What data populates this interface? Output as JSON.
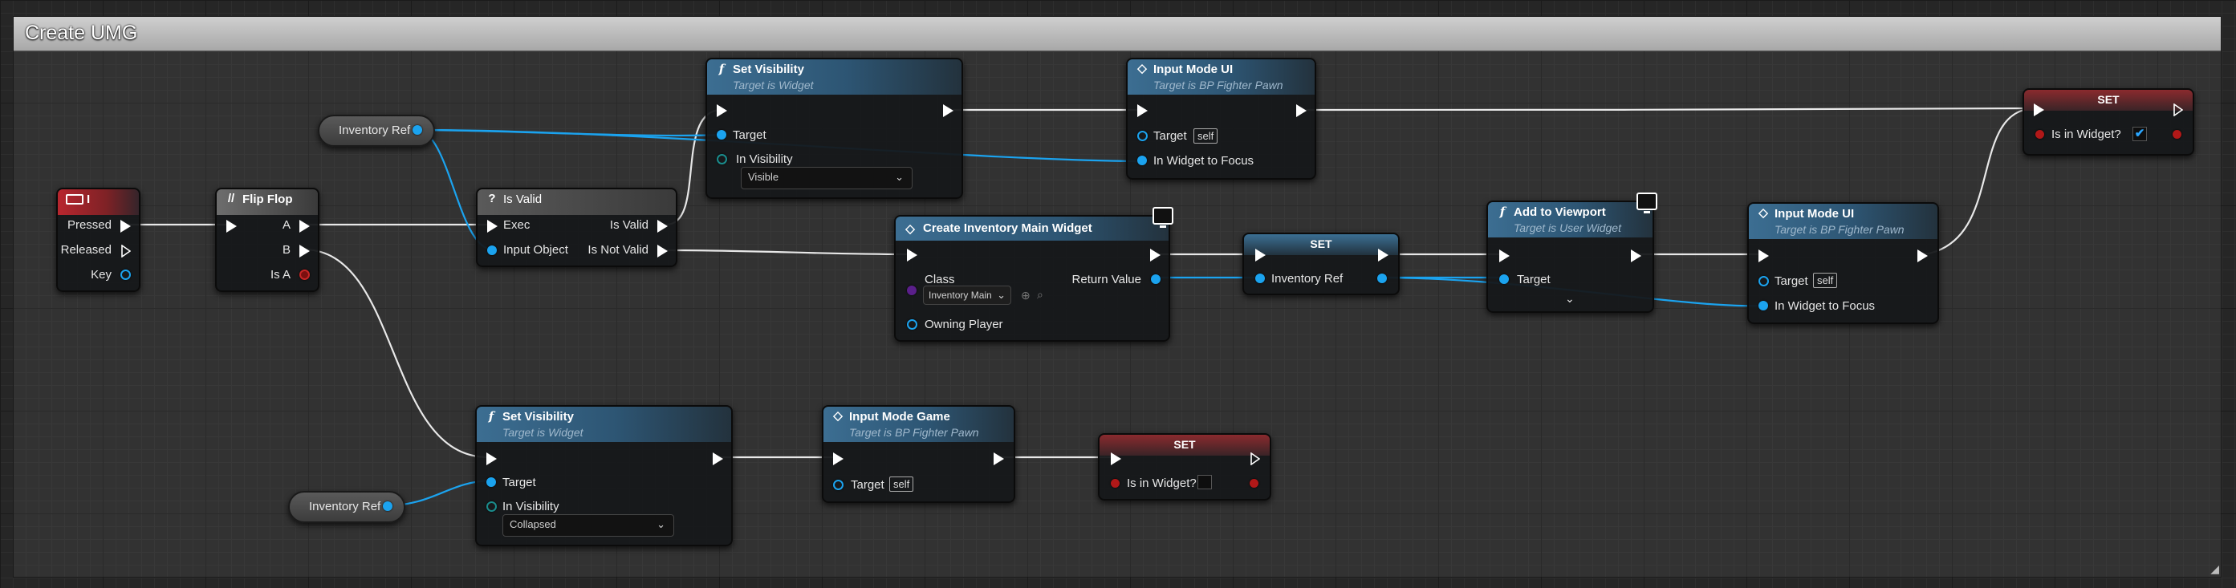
{
  "comment": {
    "title": "Create UMG"
  },
  "nodes": {
    "input_key": {
      "title": "I",
      "pins": {
        "pressed": "Pressed",
        "released": "Released",
        "key": "Key"
      }
    },
    "flipflop": {
      "title": "Flip Flop",
      "pins": {
        "a": "A",
        "b": "B",
        "is_a": "Is A"
      }
    },
    "inventory_ref_top": {
      "label": "Inventory Ref"
    },
    "inventory_ref_bottom": {
      "label": "Inventory Ref"
    },
    "is_valid": {
      "title": "Is Valid",
      "pins": {
        "exec": "Exec",
        "input_object": "Input Object",
        "is_valid": "Is Valid",
        "is_not_valid": "Is Not Valid"
      }
    },
    "set_visibility_top": {
      "title": "Set Visibility",
      "subtitle": "Target is Widget",
      "pins": {
        "target": "Target",
        "in_visibility": "In Visibility"
      },
      "visibility_value": "Visible"
    },
    "input_mode_ui_top": {
      "title": "Input Mode UI",
      "subtitle": "Target is BP Fighter Pawn",
      "pins": {
        "target": "Target",
        "target_default": "self",
        "in_widget_to_focus": "In Widget to Focus"
      }
    },
    "set_in_widget_true": {
      "title": "SET",
      "pins": {
        "is_in_widget": "Is in Widget?"
      },
      "checked": "✔"
    },
    "create_widget": {
      "title": "Create Inventory Main Widget",
      "pins": {
        "class": "Class",
        "class_value": "Inventory Main",
        "return_value": "Return Value",
        "owning_player": "Owning Player"
      }
    },
    "set_inventory_ref": {
      "title": "SET",
      "pins": {
        "inventory_ref": "Inventory Ref"
      }
    },
    "add_to_viewport": {
      "title": "Add to Viewport",
      "subtitle": "Target is User Widget",
      "pins": {
        "target": "Target"
      }
    },
    "input_mode_ui_right": {
      "title": "Input Mode UI",
      "subtitle": "Target is BP Fighter Pawn",
      "pins": {
        "target": "Target",
        "target_default": "self",
        "in_widget_to_focus": "In Widget to Focus"
      }
    },
    "set_visibility_bottom": {
      "title": "Set Visibility",
      "subtitle": "Target is Widget",
      "pins": {
        "target": "Target",
        "in_visibility": "In Visibility"
      },
      "visibility_value": "Collapsed"
    },
    "input_mode_game": {
      "title": "Input Mode Game",
      "subtitle": "Target is BP Fighter Pawn",
      "pins": {
        "target": "Target",
        "target_default": "self"
      }
    },
    "set_in_widget_false": {
      "title": "SET",
      "pins": {
        "is_in_widget": "Is in Widget?"
      }
    }
  },
  "colors": {
    "exec_wire": "#e8e8e8",
    "object_wire": "#1ba3ef",
    "bool_pin": "#b11818",
    "header_blue": "#3c6e92",
    "header_red": "#b8262e"
  }
}
